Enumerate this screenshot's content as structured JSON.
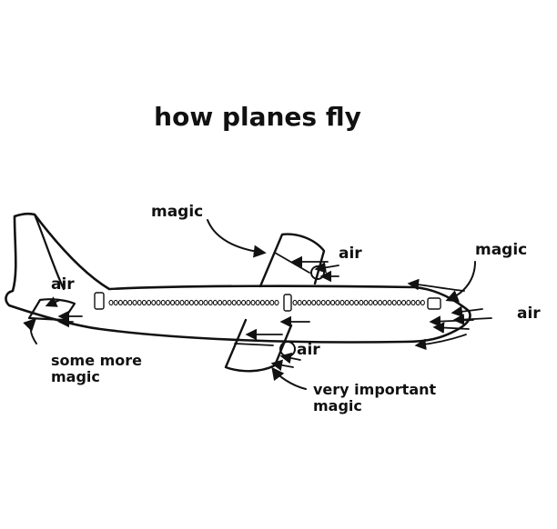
{
  "title": "how planes fly",
  "labels": {
    "magic_top": "magic",
    "air_wing": "air",
    "magic_nose": "magic",
    "air_nose": "air",
    "air_tail": "air",
    "some_more_magic_1": "some more",
    "some_more_magic_2": "magic",
    "air_engine": "air",
    "very_important_1": "very important",
    "very_important_2": "magic"
  },
  "colors": {
    "ink": "#111111",
    "background": "#ffffff"
  }
}
